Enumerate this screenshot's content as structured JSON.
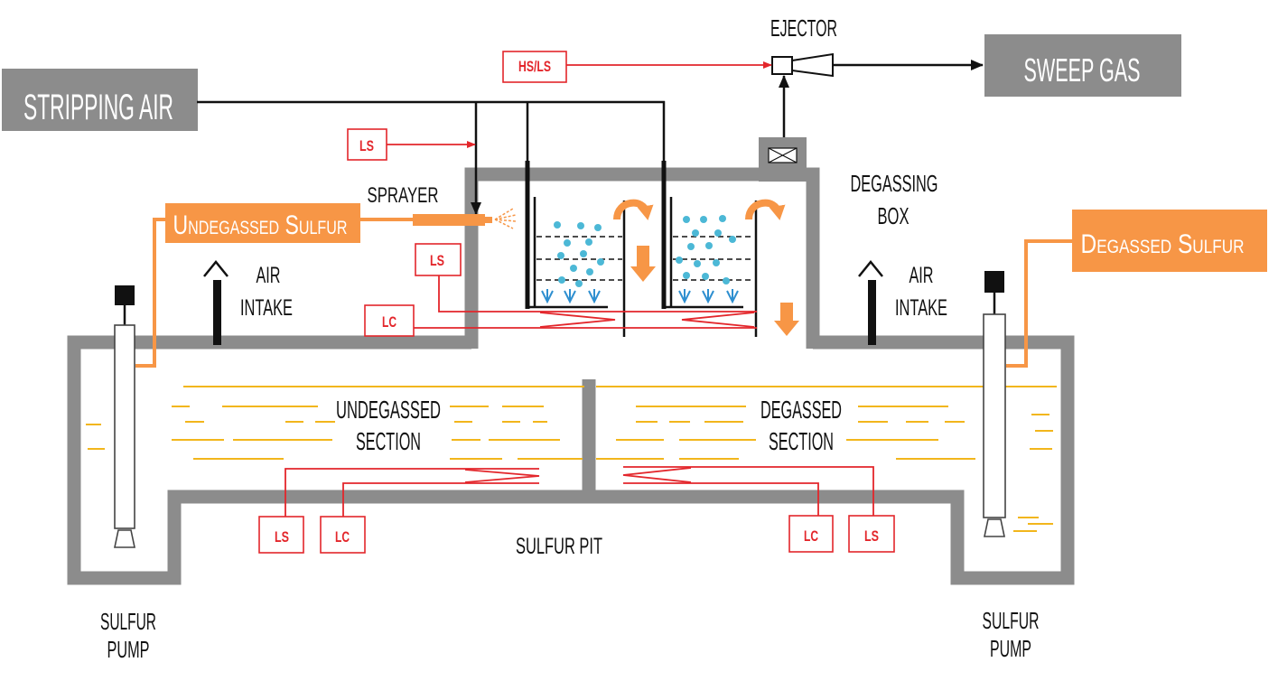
{
  "labels": {
    "ejector": "EJECTOR",
    "sprayer": "SPRAYER",
    "degassing_box": [
      "DEGASSING",
      "BOX"
    ],
    "air_intake_left": [
      "AIR",
      "INTAKE"
    ],
    "air_intake_right": [
      "AIR",
      "INTAKE"
    ],
    "undegassed_section": [
      "UNDEGASSED",
      "SECTION"
    ],
    "degassed_section": [
      "DEGASSED",
      "SECTION"
    ],
    "sulfur_pit": "SULFUR PIT",
    "sulfur_pump_left": [
      "SULFUR",
      "PUMP"
    ],
    "sulfur_pump_right": [
      "SULFUR",
      "PUMP"
    ]
  },
  "streams": {
    "stripping_air": "STRIPPING AIR",
    "sweep_gas": "SWEEP GAS",
    "undegassed_sulfur": "Undegassed Sulfur",
    "degassed_sulfur": "Degassed Sulfur"
  },
  "instruments": {
    "ejector_hs_ls": "HS/LS",
    "air_line_ls": "LS",
    "box_ls": "LS",
    "box_lc": "LC",
    "undegassed_ls": "LS",
    "undegassed_lc": "LC",
    "degassed_lc": "LC",
    "degassed_ls": "LS"
  },
  "colors": {
    "equipment": "#8c8c8c",
    "sulfur_stream": "#f79646",
    "instrument": "#e3262b",
    "liquid_sulfur": "#f2b61c",
    "gas_bubble": "#4cb8d6",
    "diffuser": "#2e8fd0",
    "line": "#111111"
  }
}
